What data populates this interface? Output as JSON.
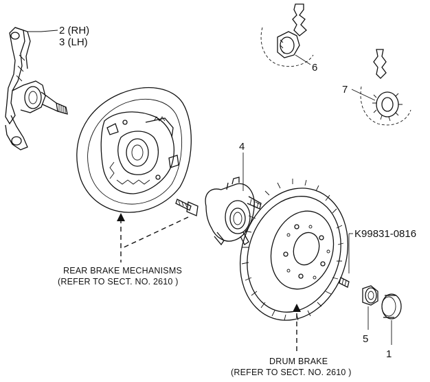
{
  "callouts": {
    "knuckle_rh": "2 (RH)",
    "knuckle_lh": "3 (LH)",
    "hub": "4",
    "part_6": "6",
    "part_7": "7",
    "part_5": "5",
    "part_1": "1",
    "bolt_code": "K99831-0816"
  },
  "notes": {
    "rear_brake_line1": "REAR BRAKE MECHANISMS",
    "rear_brake_line2": "(REFER TO SECT. NO. 2610   )",
    "drum_brake_line1": "DRUM BRAKE",
    "drum_brake_line2": "(REFER TO SECT. NO. 2610   )"
  }
}
